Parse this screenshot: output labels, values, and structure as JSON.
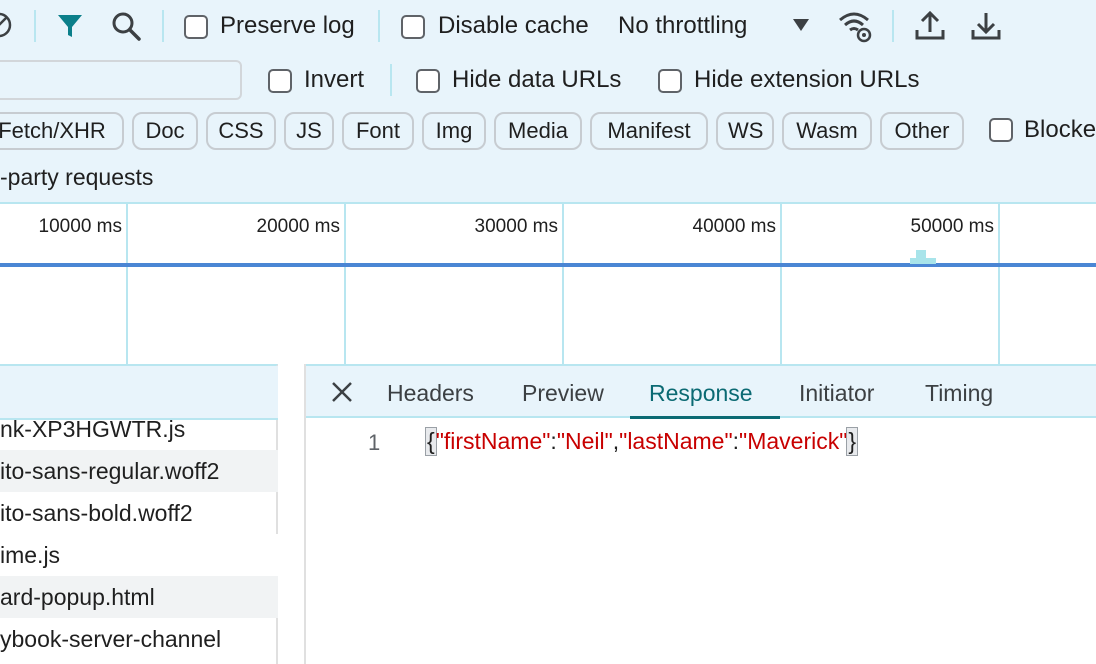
{
  "toolbar": {
    "preserve_log": "Preserve log",
    "disable_cache": "Disable cache",
    "throttling": "No throttling",
    "icons": [
      "clear-icon",
      "filter-icon",
      "search-icon",
      "network-conditions-icon",
      "import-icon",
      "export-icon"
    ]
  },
  "filters": {
    "invert": "Invert",
    "hide_data_urls": "Hide data URLs",
    "hide_extension_urls": "Hide extension URLs",
    "chips": [
      "Fetch/XHR",
      "Doc",
      "CSS",
      "JS",
      "Font",
      "Img",
      "Media",
      "Manifest",
      "WS",
      "Wasm",
      "Other"
    ],
    "blocked": "Blocke",
    "third_party": "-party requests"
  },
  "timeline": {
    "ticks": [
      "10000 ms",
      "20000 ms",
      "30000 ms",
      "40000 ms",
      "50000 ms"
    ]
  },
  "requests": [
    "nk-XP3HGWTR.js",
    "ito-sans-regular.woff2",
    "ito-sans-bold.woff2",
    "ime.js",
    "ard-popup.html",
    "ybook-server-channel"
  ],
  "detail": {
    "tabs": [
      "Headers",
      "Preview",
      "Response",
      "Initiator",
      "Timing"
    ],
    "active_tab": "Response",
    "line_number": "1",
    "response": {
      "open": "{",
      "k1": "\"firstName\"",
      "v1": "\"Neil\"",
      "k2": "\"lastName\"",
      "v2": "\"Maverick\"",
      "colon": ":",
      "comma": ",",
      "close": "}"
    }
  },
  "colors": {
    "toolbar_bg": "#e8f4fb",
    "accent": "#0b6a73",
    "string": "#c80000",
    "overview_line": "#4a86d4"
  }
}
